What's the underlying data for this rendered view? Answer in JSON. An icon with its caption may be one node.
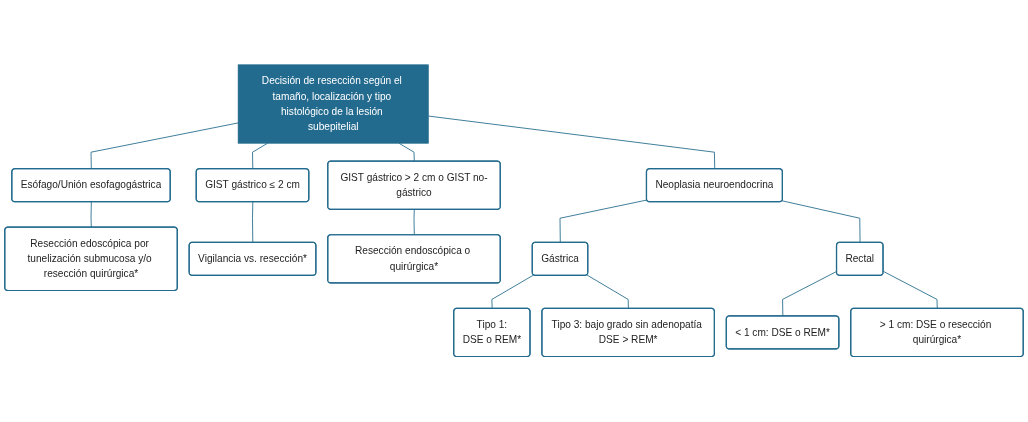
{
  "diagram": {
    "nodes": [
      {
        "text": [
          "Decisión de resección según el tamaño, localización y tipo histológico de la lesión subepitelial"
        ]
      },
      {
        "text": [
          "Esófago/Unión esofagogástrica"
        ]
      },
      {
        "text": [
          "GIST gástrico ≤ 2 cm"
        ]
      },
      {
        "text": [
          "GIST gástrico > 2 cm o GIST no-gástrico"
        ]
      },
      {
        "text": [
          "Neoplasia neuroendocrina"
        ]
      },
      {
        "text": [
          "Resección edoscópica por tunelización submucosa y/o resección quirúrgica*"
        ]
      },
      {
        "text": [
          "Vigilancia vs. resección*"
        ]
      },
      {
        "text": [
          "Resección endoscópica o quirúrgica*"
        ]
      },
      {
        "text": [
          "Gástrica"
        ]
      },
      {
        "text": [
          "Rectal"
        ]
      },
      {
        "text": [
          "< 1 cm: DSE o REM*"
        ]
      },
      {
        "text": [
          "> 1 cm: DSE o resección quirúrgica*"
        ]
      },
      {
        "text": [
          "Tipo 1:",
          "DSE o REM*"
        ]
      },
      {
        "text": [
          "Tipo 3: bajo grado sin adenopatía DSE > REM*"
        ]
      }
    ],
    "edges": [
      {
        "from": 0,
        "to": 1,
        "arrow": "none"
      },
      {
        "from": 0,
        "to": 2,
        "arrow": "none"
      },
      {
        "from": 0,
        "to": 3,
        "arrow": "none"
      },
      {
        "from": 0,
        "to": 4,
        "arrow": "none"
      },
      {
        "from": 1,
        "to": 5,
        "arrow": "none"
      },
      {
        "from": 2,
        "to": 6,
        "arrow": "none"
      },
      {
        "from": 3,
        "to": 7,
        "arrow": "none"
      },
      {
        "from": 4,
        "to": 8,
        "arrow": "none"
      },
      {
        "from": 4,
        "to": 9,
        "arrow": "none"
      },
      {
        "from": 9,
        "to": 10,
        "arrow": "none"
      },
      {
        "from": 9,
        "to": 11,
        "arrow": "none"
      },
      {
        "from": 8,
        "to": 12,
        "arrow": "none"
      },
      {
        "from": 8,
        "to": 13,
        "arrow": "none"
      }
    ]
  }
}
